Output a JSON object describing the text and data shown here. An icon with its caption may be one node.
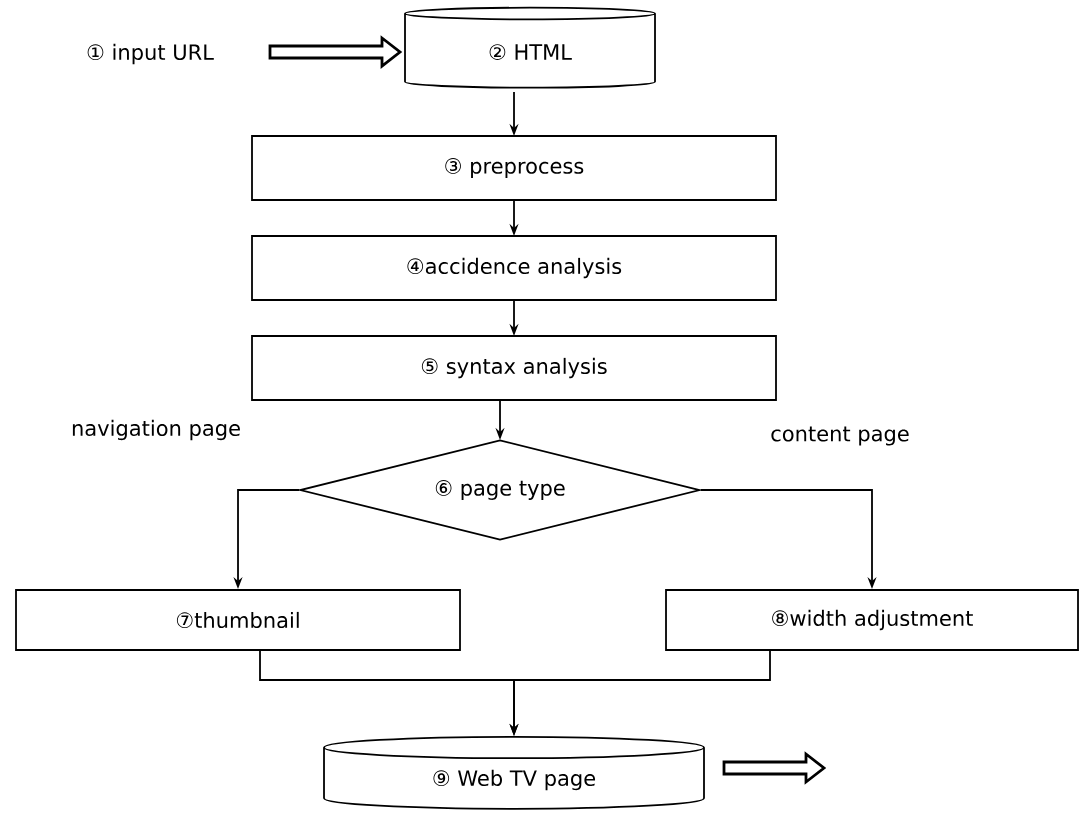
{
  "diagram": {
    "nodes": [
      {
        "text": [
          "① input URL"
        ]
      },
      {
        "text": [
          "② HTML"
        ]
      },
      {
        "text": [
          "③ preprocess"
        ]
      },
      {
        "text": [
          "④accidence analysis"
        ]
      },
      {
        "text": [
          "⑤ syntax analysis"
        ]
      },
      {
        "text": [
          "⑥ page type"
        ]
      },
      {
        "text": [
          "⑦thumbnail"
        ]
      },
      {
        "text": [
          "⑧width adjustment"
        ]
      },
      {
        "text": [
          "⑨ Web TV page"
        ]
      }
    ],
    "edges": [
      {
        "from": 0,
        "to": 1,
        "arrow": "to",
        "style": "thick"
      },
      {
        "from": 1,
        "to": 2,
        "arrow": "to"
      },
      {
        "from": 2,
        "to": 3,
        "arrow": "to"
      },
      {
        "from": 3,
        "to": 4,
        "arrow": "to"
      },
      {
        "from": 4,
        "to": 5,
        "arrow": "to"
      },
      {
        "from": 5,
        "to": 6,
        "arrow": "to",
        "label": "navigation page"
      },
      {
        "from": 5,
        "to": 7,
        "arrow": "to",
        "label": "content page"
      },
      {
        "from": 6,
        "to": 8,
        "arrow": "to"
      },
      {
        "from": 7,
        "to": 8,
        "arrow": "to"
      },
      {
        "from": 8,
        "to": null,
        "arrow": "to",
        "style": "thick"
      }
    ]
  }
}
